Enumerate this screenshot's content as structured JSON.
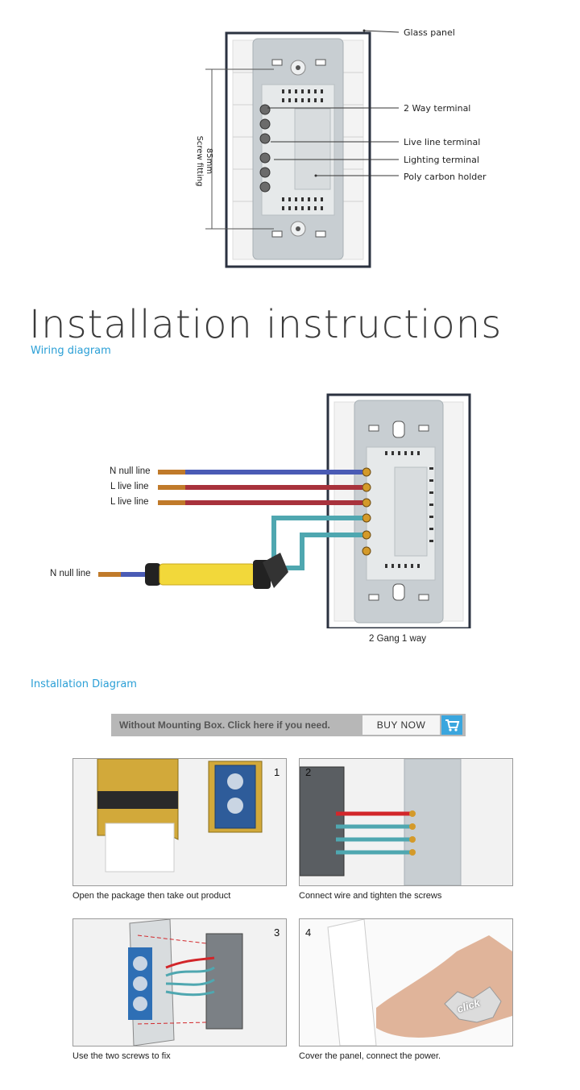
{
  "top_diagram": {
    "labels": {
      "glass_panel": "Glass panel",
      "two_way": "2 Way terminal",
      "live_line": "Live line terminal",
      "lighting": "Lighting terminal",
      "holder": "Poly carbon holder"
    },
    "dimension": {
      "value": "85mm",
      "label": "Screw fitting"
    }
  },
  "heading": {
    "title": "Installation instructions",
    "wiring_sub": "Wiring diagram"
  },
  "wiring": {
    "n_null_top": "N null line",
    "l_live_1": "L live line",
    "l_live_2": "L live line",
    "n_null_bottom": "N null line",
    "caption": "2 Gang 1 way"
  },
  "install": {
    "heading": "Installation Diagram",
    "promo_text": "Without Mounting Box. Click here if you need.",
    "buy_now": "BUY NOW",
    "steps": [
      {
        "num": "1",
        "caption": "Open the package then take out product"
      },
      {
        "num": "2",
        "caption": "Connect wire and tighten the screws"
      },
      {
        "num": "3",
        "caption": "Use the two screws to fix"
      },
      {
        "num": "4",
        "caption": "Cover the panel, connect the power."
      }
    ],
    "click_label": "click"
  },
  "colors": {
    "accent": "#2a9fd6",
    "blue_wire": "#4a5bb5",
    "red_wire": "#a8323c",
    "teal_wire": "#4fa7b0",
    "motor_yellow": "#f2d83a"
  }
}
